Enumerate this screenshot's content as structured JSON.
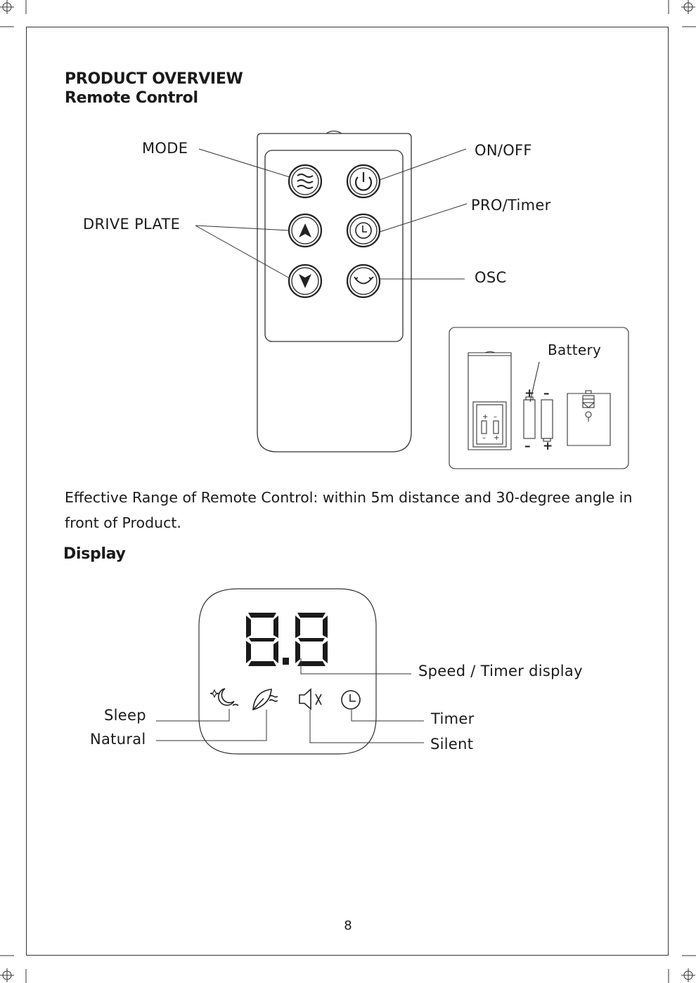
{
  "header": {
    "title": "PRODUCT OVERVIEW",
    "subtitle": "Remote Control"
  },
  "remote": {
    "labels": {
      "mode": "MODE",
      "drive_plate": "DRIVE PLATE",
      "on_off": "ON/OFF",
      "pro_timer": "PRO/Timer",
      "osc": "OSC"
    },
    "battery": {
      "label": "Battery",
      "plus": "+",
      "minus": "–"
    }
  },
  "range_text": "Effective Range of Remote Control: within 5m distance and 30-degree angle in front of Product.",
  "display": {
    "heading": "Display",
    "digits": "8.8",
    "labels": {
      "speed_timer": "Speed / Timer display",
      "sleep": "Sleep",
      "natural": "Natural",
      "timer": "Timer",
      "silent": "Silent"
    }
  },
  "page_number": "8"
}
